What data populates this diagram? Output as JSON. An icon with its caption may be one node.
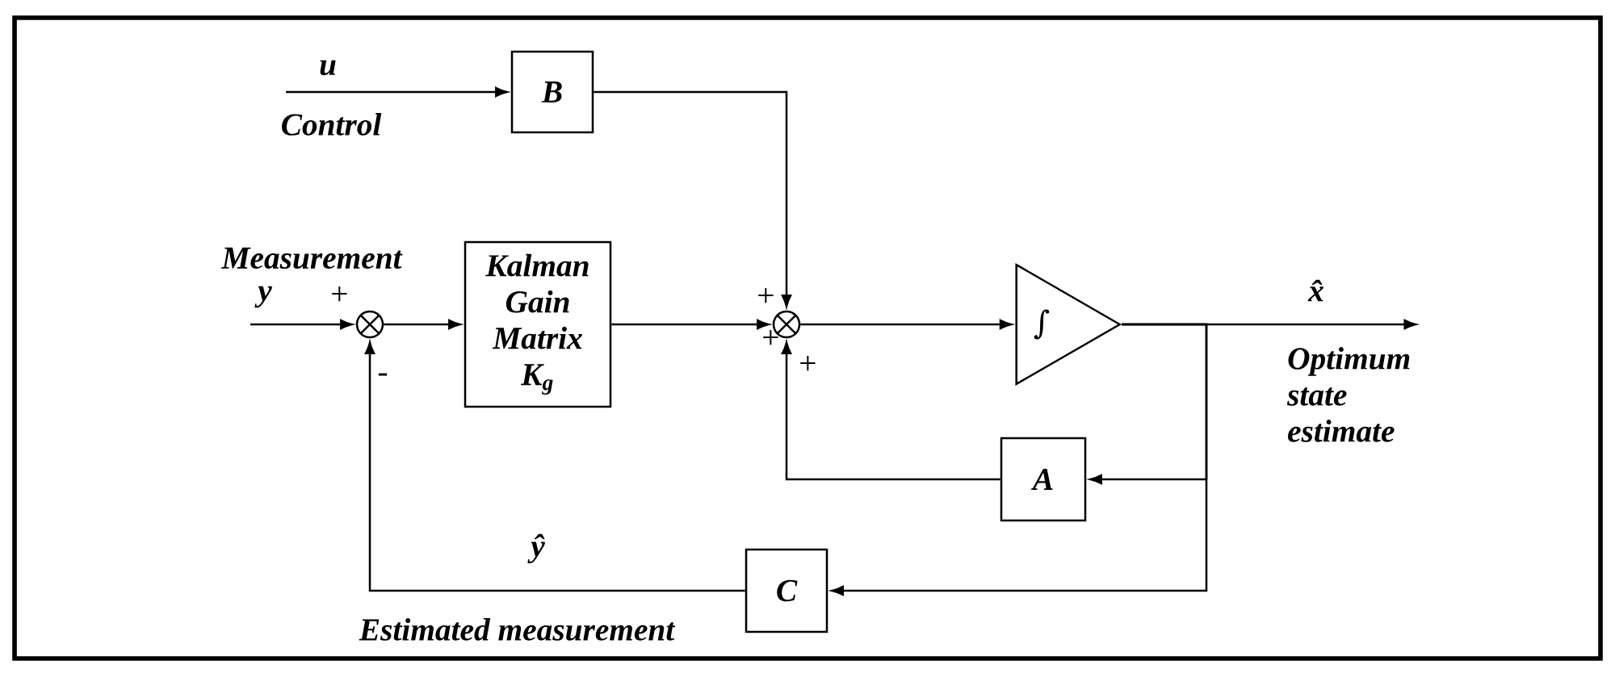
{
  "diagram": {
    "nodes": [
      {
        "text": [
          "B"
        ]
      },
      {
        "text": [],
        "shape": "circle"
      },
      {
        "text": [
          "Kalman Gain Matrix K$_{g}$"
        ]
      },
      {
        "text": [],
        "shape": "circle"
      },
      {
        "text": [
          "∫"
        ]
      },
      {
        "text": [
          "A"
        ]
      },
      {
        "text": [
          "C"
        ]
      },
      {
        "text": [
          "Optimum state estimate"
        ]
      }
    ],
    "edges": [
      {
        "from": null,
        "to": 0,
        "arrow": "to"
      },
      {
        "from": 0,
        "to": 3,
        "arrow": "to"
      },
      {
        "from": null,
        "to": 1,
        "arrow": "to"
      },
      {
        "from": 1,
        "to": 2,
        "arrow": "to"
      },
      {
        "from": 2,
        "to": 3,
        "arrow": "to"
      },
      {
        "from": 3,
        "to": 4,
        "arrow": "to"
      },
      {
        "from": 4,
        "to": 7,
        "arrow": "to"
      },
      {
        "from": 4,
        "to": 5,
        "arrow": "to"
      },
      {
        "from": 4,
        "to": 6,
        "arrow": "to"
      },
      {
        "from": 5,
        "to": 3,
        "arrow": "to"
      },
      {
        "from": 6,
        "to": 1,
        "arrow": "to"
      }
    ],
    "labels": [
      "u",
      "Control",
      "Measurement",
      "y",
      "+",
      "-",
      "+",
      "+",
      "+",
      "x̂",
      "ŷ",
      "Estimated measurement"
    ]
  }
}
